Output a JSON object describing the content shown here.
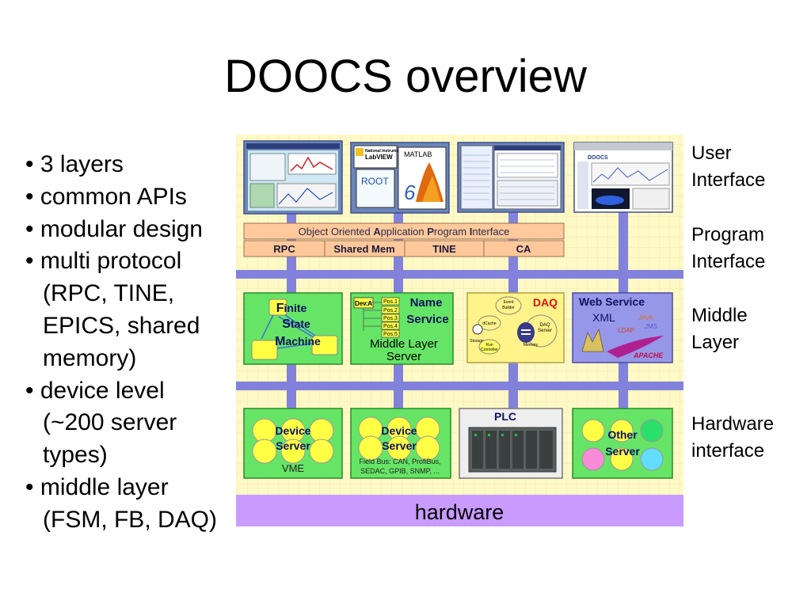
{
  "slide": {
    "title": "DOOCS overview",
    "bullets": [
      {
        "bullet": "•",
        "lines": [
          "3 layers"
        ]
      },
      {
        "bullet": "•",
        "lines": [
          "common APIs"
        ]
      },
      {
        "bullet": "•",
        "lines": [
          "modular design"
        ]
      },
      {
        "bullet": "•",
        "lines": [
          "multi protocol",
          "(RPC, TINE,",
          "EPICS, shared",
          "memory)"
        ]
      },
      {
        "bullet": "•",
        "lines": [
          "device level",
          "(~200 server",
          "types)"
        ]
      },
      {
        "bullet": "•",
        "lines": [
          "middle layer",
          "(FSM, FB, DAQ)"
        ]
      }
    ],
    "right_labels": [
      [
        "User",
        "Interface"
      ],
      [
        "Program",
        "Interface"
      ],
      [
        "Middle",
        "Layer"
      ],
      [
        "Hardware",
        "interface"
      ]
    ]
  },
  "diagram": {
    "api_bar": {
      "prefix": "Object Oriented ",
      "a": "A",
      "a_rest": "pplication ",
      "p": "P",
      "p_rest": "rogram ",
      "i": "I",
      "i_rest": "nterface"
    },
    "protocols": [
      "RPC",
      "Shared Mem",
      "TINE",
      "CA"
    ],
    "ui_screens": {
      "ni": "National Instruments",
      "labview": "LabVIEW",
      "matlab": "MATLAB",
      "root": "ROOT",
      "six": "6",
      "doocs": "DOOCS"
    },
    "fsm": {
      "F": "F",
      "inite": "inite",
      "S": "S",
      "tate": "tate",
      "M": "M",
      "achine": "achine"
    },
    "name_service": {
      "title1": "Name",
      "title2": "Service",
      "dev": "Dev.A",
      "pos": [
        "Pos.1",
        "Pos.2",
        "Pos.3",
        "Pos.4",
        "Pos.5"
      ],
      "bottom1": "Middle Layer",
      "bottom2": "Server"
    },
    "daq": {
      "title": "DAQ",
      "event_builder": [
        "Event",
        "Builder"
      ],
      "cache": "dCache",
      "storage": "Storage",
      "run_controller": [
        "Run",
        "Controller"
      ],
      "daq_server": [
        "DAQ",
        "Server"
      ],
      "memory": "Memory"
    },
    "web_service": {
      "title": "Web Service",
      "xml": "XML",
      "java": "JAVA",
      "jms": "JMS",
      "ldap": "LDAP",
      "apache": "APACHE"
    },
    "device_server_vme": {
      "l1": "Device",
      "l2": "Server",
      "bus": "VME"
    },
    "device_server_fieldbus": {
      "l1": "Device",
      "l2": "Server",
      "bus1": "Field Bus: CAN, ProfiBus,",
      "bus2": "SEDAC, GPIB, SNMP, ..."
    },
    "plc": {
      "title": "PLC"
    },
    "other_server": {
      "l1": "Other",
      "l2": "Server"
    },
    "hardware": "hardware",
    "colors": {
      "background": "#fff9c6",
      "grid": "#ecebb0",
      "bus": "#8282dc",
      "green_box": "#66e466",
      "yellow": "#ffff44",
      "daq_box": "#fff38a",
      "web_box": "#9797ea",
      "hardware_bar": "#c99bff",
      "api_bar": "#ffc99c",
      "protocol_bar": "#ffc89a",
      "navy_text": "#101060",
      "red_text": "#e21010"
    }
  }
}
